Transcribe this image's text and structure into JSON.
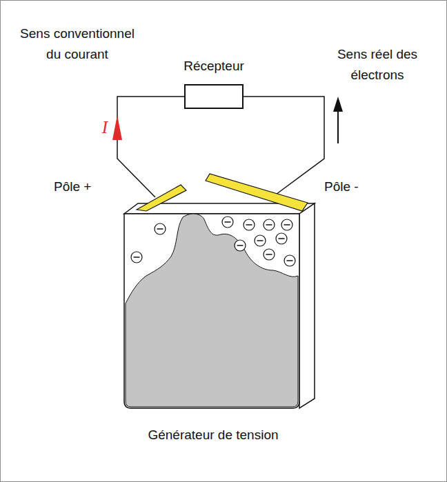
{
  "diagram": {
    "nodes": [
      {
        "text": [
          "Récepteur"
        ]
      },
      {
        "text": [
          "Générateur de tension"
        ]
      }
    ],
    "edges": [
      {
        "from": 1,
        "to": 0,
        "arrow": "to",
        "label": "I"
      },
      {
        "from": 1,
        "to": 0,
        "arrow": "none"
      }
    ],
    "labels": [
      "Sens conventionnel du courant",
      "Sens réel des électrons",
      "Pôle +",
      "Pôle -"
    ]
  }
}
